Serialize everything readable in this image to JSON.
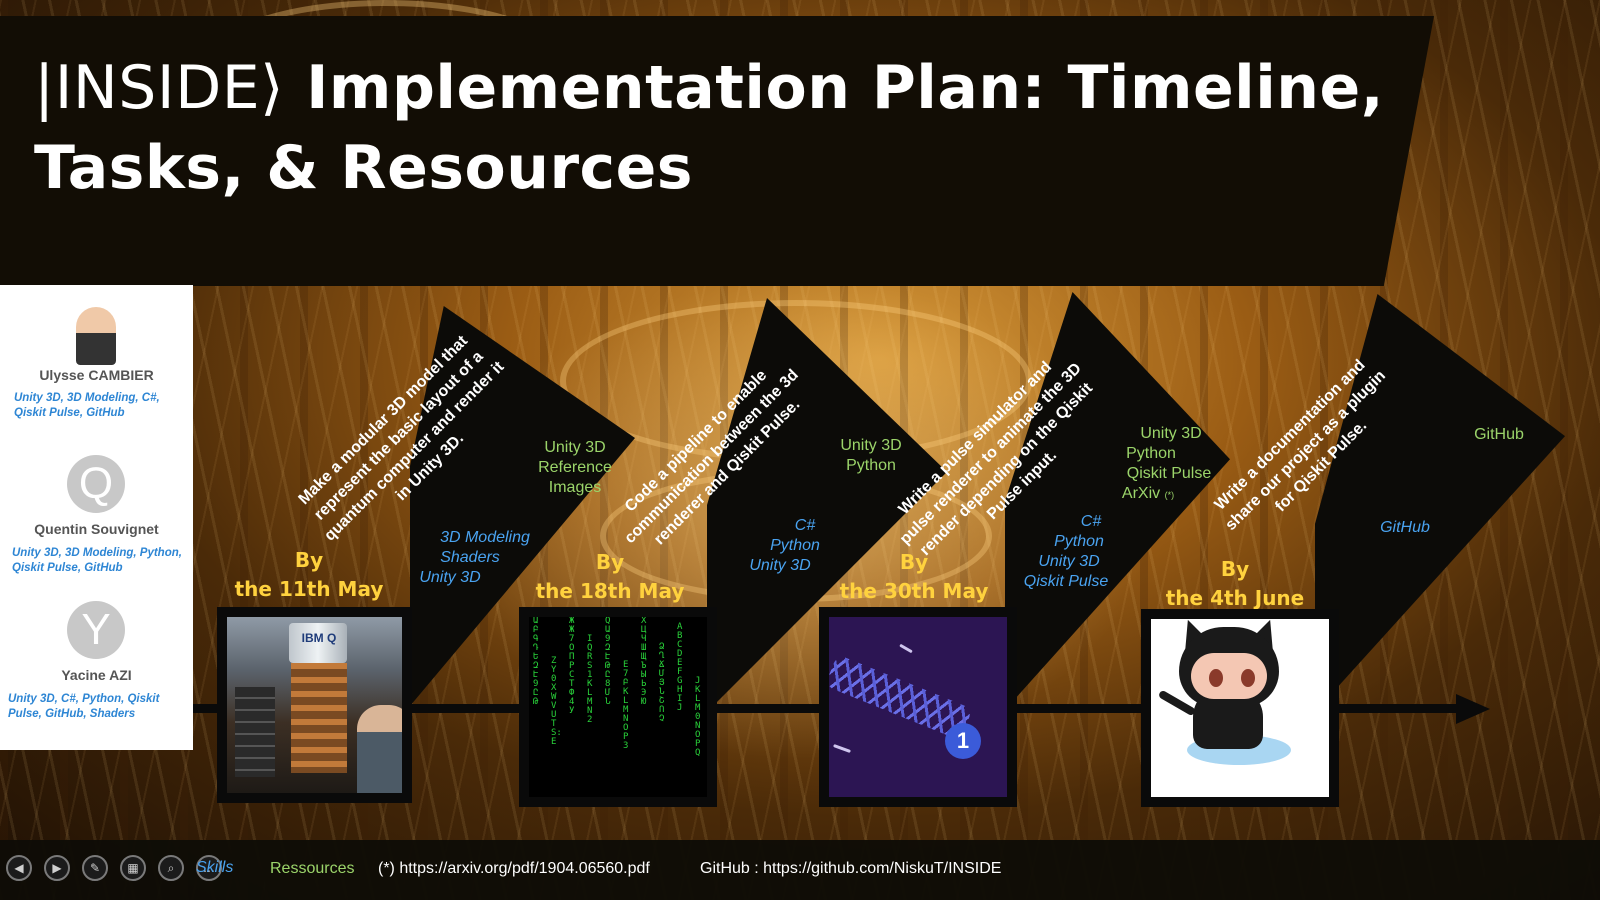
{
  "slide": {
    "title_ket": "|INSIDE⟩",
    "title": "Implementation Plan: Timeline, Tasks, & Resources"
  },
  "team": [
    {
      "name": "Ulysse CAMBIER",
      "skills": "Unity 3D, 3D Modeling, C#, Qiskit Pulse, GitHub",
      "avatar_letter": ""
    },
    {
      "name": "Quentin Souvignet",
      "skills": "Unity 3D, 3D Modeling, Python, Qiskit Pulse, GitHub",
      "avatar_letter": "Q"
    },
    {
      "name": "Yacine AZI",
      "skills": "Unity 3D, C#, Python, Qiskit Pulse, GitHub, Shaders",
      "avatar_letter": "Y"
    }
  ],
  "milestones": [
    {
      "task": "Make a modular 3D model that represent the basic layout of a quantum computer and render it in Unity 3D.",
      "resources": [
        "Unity 3D",
        "Reference",
        "Images"
      ],
      "skills": [
        "3D Modeling",
        "Shaders",
        "Unity 3D"
      ],
      "deadline_line1": "By",
      "deadline_line2": "the 11th May",
      "image": "ibm-quantum-lab-photo"
    },
    {
      "task": "Code a pipeline to enable communication between the 3d renderer and Qiskit Pulse.",
      "resources": [
        "Unity 3D",
        "Python"
      ],
      "skills": [
        "C#",
        "Python",
        "Unity 3D"
      ],
      "deadline_line1": "By",
      "deadline_line2": "the 18th May",
      "image": "code-matrix"
    },
    {
      "task": "Write a pulse simulator and pulse renderer to animate the 3D render depending on the Qiskit Pulse input.",
      "resources": [
        "Unity 3D",
        "Python",
        "Qiskit Pulse",
        "ArXiv"
      ],
      "resource_note": "(*)",
      "skills": [
        "C#",
        "Python",
        "Unity 3D",
        "Qiskit Pulse"
      ],
      "deadline_line1": "By",
      "deadline_line2": "the 30th May",
      "image": "pulse-animation",
      "image_label": "1"
    },
    {
      "task": "Write a documentation and share our project as a plugin for Qiskit Pulse.",
      "resources": [
        "GitHub"
      ],
      "skills": [
        "GitHub"
      ],
      "deadline_line1": "By",
      "deadline_line2": "the 4th June",
      "image": "github-octocat"
    }
  ],
  "image_text": {
    "ibm_logo": "IBM Q"
  },
  "footer": {
    "skills_label": "Skills",
    "resources_label": "Ressources",
    "arxiv_note": "(*) https://arxiv.org/pdf/1904.06560.pdf",
    "github_note": "GitHub : https://github.com/NiskuT/INSIDE"
  },
  "controls": [
    {
      "name": "prev-slide",
      "icon": "arrow-left-icon"
    },
    {
      "name": "next-slide",
      "icon": "arrow-right-icon"
    },
    {
      "name": "pen",
      "icon": "pen-icon"
    },
    {
      "name": "slides-view",
      "icon": "grid-icon"
    },
    {
      "name": "zoom",
      "icon": "zoom-icon"
    },
    {
      "name": "more",
      "icon": "more-icon"
    }
  ],
  "colors": {
    "deadline": "#ffd23e",
    "resources": "#9bd46a",
    "skills": "#4aa3f0",
    "banner": "#120d05"
  }
}
